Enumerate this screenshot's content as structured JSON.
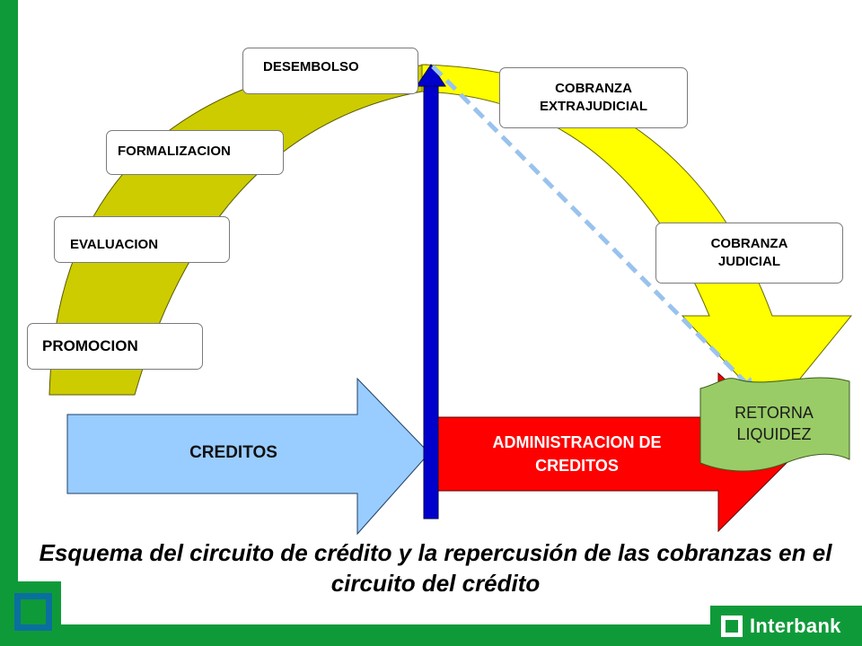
{
  "stages": {
    "promocion": "PROMOCION",
    "evaluacion": "EVALUACION",
    "formalizacion": "FORMALIZACION",
    "desembolso": "DESEMBOLSO",
    "cobranza_extrajudicial": "COBRANZA EXTRAJUDICIAL",
    "cobranza_judicial": "COBRANZA JUDICIAL"
  },
  "arrows": {
    "creditos": "CREDITOS",
    "administracion": "ADMINISTRACION DE CREDITOS",
    "retorna": "RETORNA LIQUIDEZ"
  },
  "caption": "Esquema del circuito de crédito y la repercusión de las cobranzas en el circuito del crédito",
  "brand": "Interbank",
  "colors": {
    "frame_green": "#0f9a3a",
    "left_arc": "#cccc00",
    "right_arc": "#ffff00",
    "creditos_arrow": "#99ccff",
    "admin_arrow": "#ff0000",
    "divider_blue": "#0000cc",
    "dashed_return": "#99c2ee",
    "retorna_banner": "#99cc66"
  }
}
